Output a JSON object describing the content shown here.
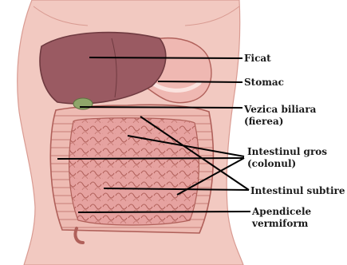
{
  "diagram": {
    "organs": {
      "liver": {
        "line1": "Ficat"
      },
      "stomach": {
        "line1": "Stomac"
      },
      "gallbladder": {
        "line1": "Vezica biliara",
        "line2": "(fierea)"
      },
      "large_intestine": {
        "line1": "Intestinul gros",
        "line2": "(colonul)"
      },
      "small_intestine": {
        "line1": "Intestinul subtire"
      },
      "appendix": {
        "line1": "Apendicele",
        "line2": "vermiform"
      }
    },
    "colors": {
      "background": "#ffffff",
      "skin": "#f2c9c1",
      "liver": "#9a5a62",
      "intestine": "#e6a2a0",
      "outline": "#b0605a",
      "leader_line": "#000000",
      "label_text": "#1a1a1a"
    }
  }
}
